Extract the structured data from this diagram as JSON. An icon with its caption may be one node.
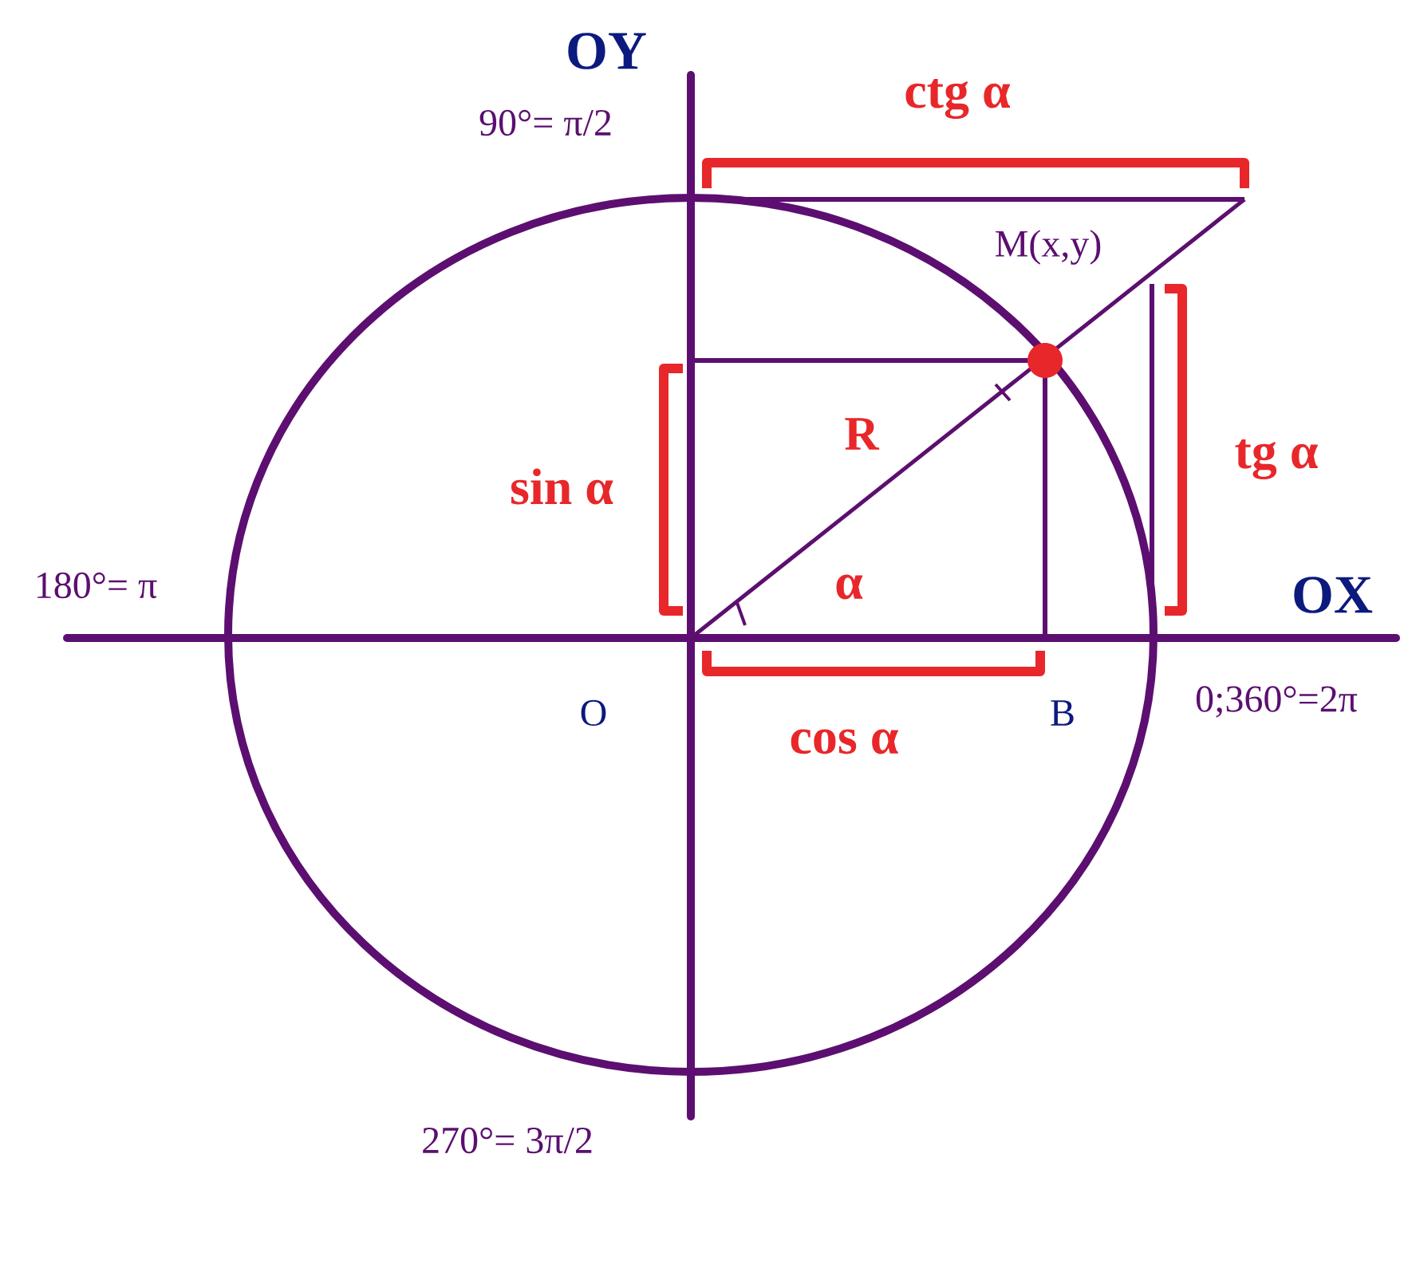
{
  "diagram": {
    "labels": [
      "OY",
      "ctg α",
      "90°= π/2",
      "M(x,y)",
      "sin α",
      "R",
      "tg α",
      "180°= π",
      "α",
      "OX",
      "O",
      "B",
      "cos α",
      "0;360°=2π",
      "270°= 3π/2"
    ]
  }
}
